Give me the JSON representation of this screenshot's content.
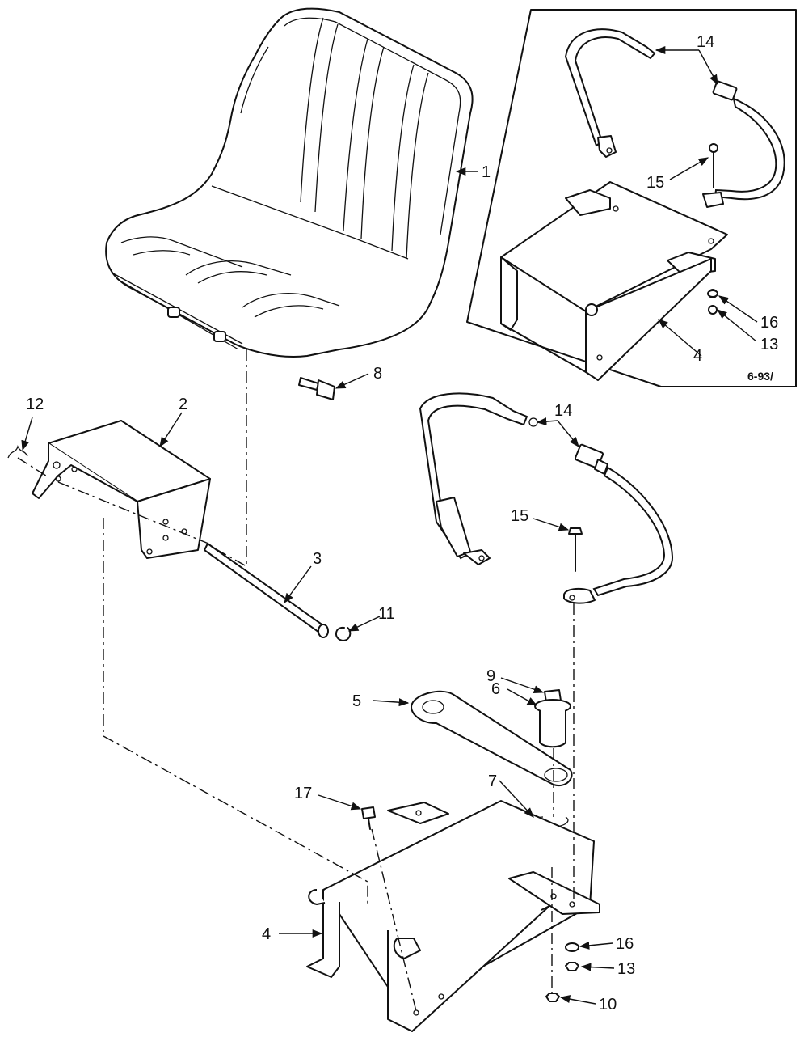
{
  "figure_code": "6-93/",
  "callouts": {
    "c1": "1",
    "c2": "2",
    "c3": "3",
    "c4_inset": "4",
    "c4_main": "4",
    "c5": "5",
    "c6": "6",
    "c7": "7",
    "c8": "8",
    "c9": "9",
    "c10": "10",
    "c11": "11",
    "c12": "12",
    "c13_inset": "13",
    "c13_main": "13",
    "c14_inset": "14",
    "c14_main": "14",
    "c15_inset": "15",
    "c15_main": "15",
    "c16_inset": "16",
    "c16_main": "16",
    "c17": "17"
  },
  "colors": {
    "ink": "#111111",
    "paper": "#ffffff"
  }
}
